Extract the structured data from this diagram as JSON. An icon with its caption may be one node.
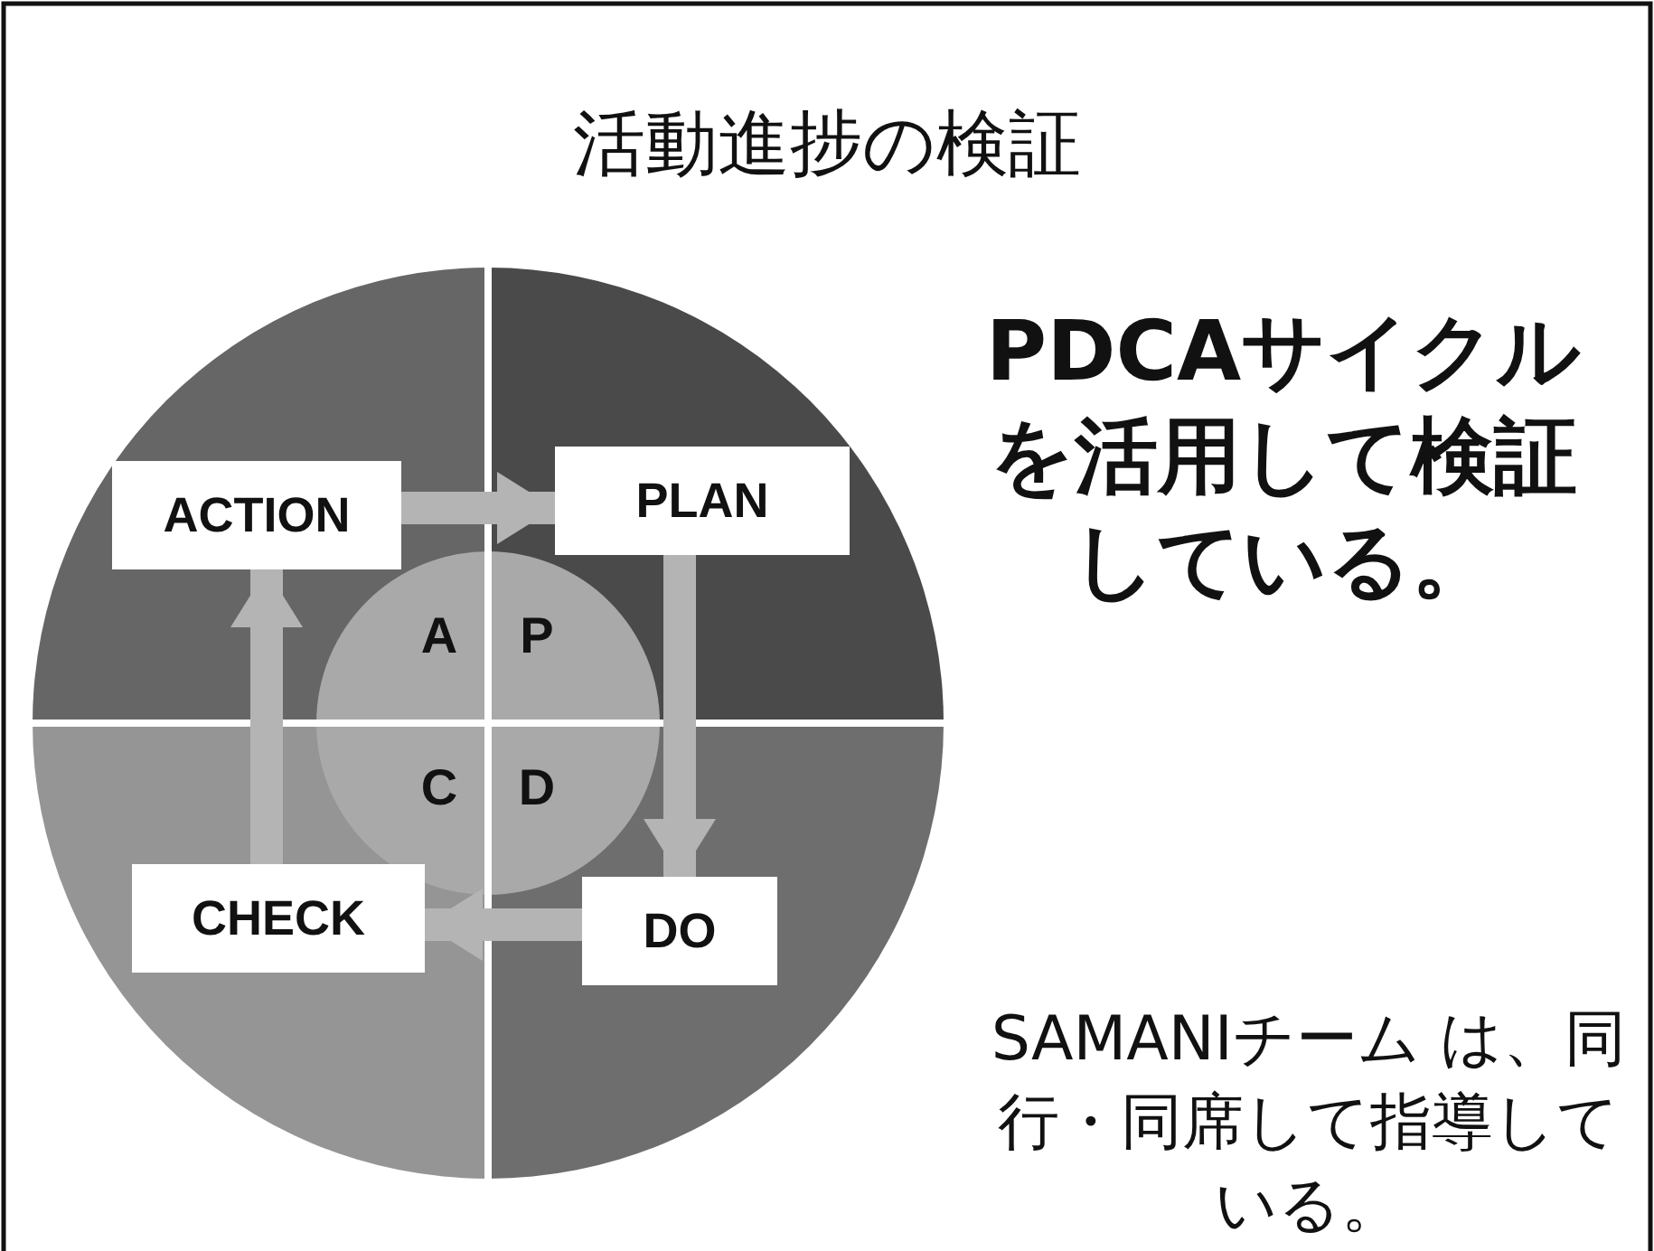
{
  "diagram": {
    "title": "活動進捗の検証",
    "nodes": [
      {
        "text": [
          "ACTION"
        ]
      },
      {
        "text": [
          "PLAN"
        ]
      },
      {
        "text": [
          "DO"
        ]
      },
      {
        "text": [
          "CHECK"
        ]
      }
    ],
    "edges": [
      {
        "from": 0,
        "to": 1,
        "arrow": "to"
      },
      {
        "from": 1,
        "to": 2,
        "arrow": "to"
      },
      {
        "from": 2,
        "to": 3,
        "arrow": "to"
      },
      {
        "from": 3,
        "to": 0,
        "arrow": "to"
      }
    ],
    "labels": [
      "A",
      "P",
      "C",
      "D",
      "PDCAサイクルを活用して検証している。",
      "SAMANIチーム は、同行・同席して指導している。"
    ]
  }
}
